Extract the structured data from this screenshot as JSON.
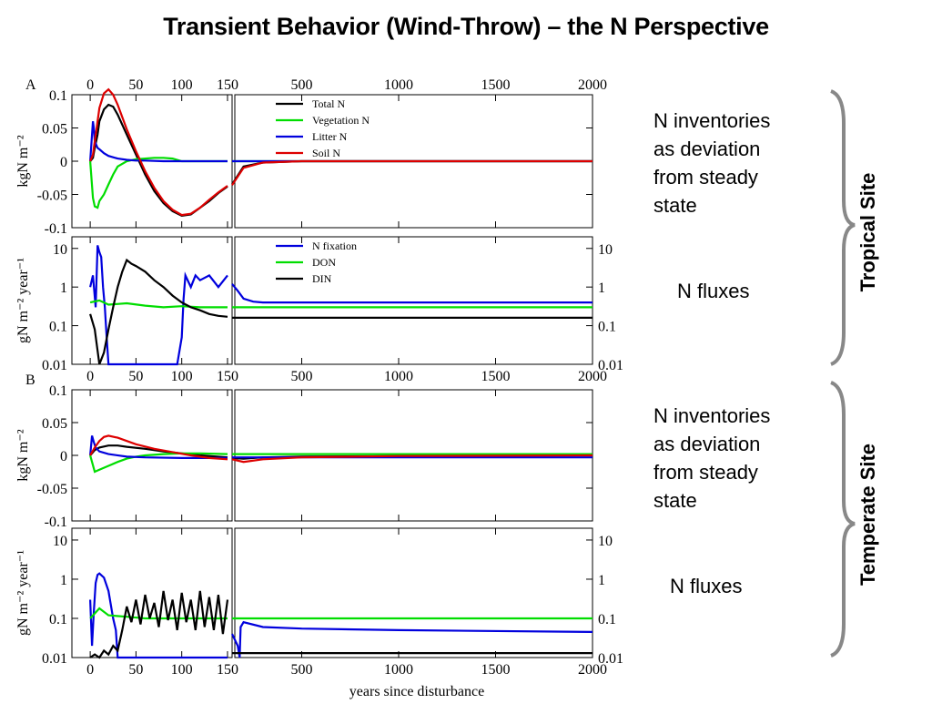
{
  "title": "Transient Behavior (Wind-Throw) – the N Perspective",
  "annotations": {
    "tropical_inventories": "N inventories\nas deviation\nfrom steady\nstate",
    "tropical_fluxes": "N fluxes",
    "temperate_inventories": "N inventories\nas deviation\nfrom steady\nstate",
    "temperate_fluxes": "N fluxes",
    "tropical_site": "Tropical Site",
    "temperate_site": "Temperate Site"
  },
  "colors": {
    "total_n": "#000000",
    "vegetation_n": "#00dd00",
    "litter_n": "#0000dd",
    "soil_n": "#dd0000",
    "bracket": "#888888"
  },
  "chart_data": [
    {
      "type": "line",
      "panel_label": "A",
      "ylabel": "kgN m-2",
      "x_ticks_left": [
        0,
        50,
        100,
        150
      ],
      "x_ticks_right": [
        500,
        1000,
        1500,
        2000
      ],
      "ylim": [
        -0.1,
        0.1
      ],
      "y_ticks": [
        "0.1",
        "0.05",
        "0",
        "-0.05",
        "-0.1"
      ],
      "series": [
        {
          "name": "Total N",
          "x": [
            0,
            3,
            5,
            8,
            10,
            15,
            20,
            25,
            30,
            40,
            50,
            60,
            70,
            80,
            90,
            100,
            110,
            120,
            130,
            140,
            150,
            155,
            200,
            300,
            500,
            1000,
            2000
          ],
          "y": [
            0,
            0.005,
            0.02,
            0.04,
            0.06,
            0.078,
            0.085,
            0.082,
            0.07,
            0.04,
            0.01,
            -0.02,
            -0.045,
            -0.063,
            -0.075,
            -0.082,
            -0.08,
            -0.07,
            -0.06,
            -0.048,
            -0.038,
            -0.035,
            -0.008,
            -0.002,
            0,
            0,
            0
          ]
        },
        {
          "name": "Vegetation N",
          "x": [
            0,
            3,
            5,
            8,
            10,
            15,
            20,
            25,
            30,
            40,
            50,
            60,
            70,
            80,
            90,
            100,
            150,
            155,
            200,
            2000
          ],
          "y": [
            0,
            -0.055,
            -0.068,
            -0.07,
            -0.06,
            -0.05,
            -0.035,
            -0.02,
            -0.008,
            0,
            0.003,
            0.004,
            0.005,
            0.005,
            0.004,
            0,
            0,
            0,
            0,
            0
          ]
        },
        {
          "name": "Litter N",
          "x": [
            0,
            3,
            4,
            5,
            8,
            10,
            15,
            20,
            30,
            40,
            50,
            60,
            80,
            100,
            150,
            155,
            2000
          ],
          "y": [
            0,
            0.06,
            0.05,
            0.03,
            0.02,
            0.018,
            0.012,
            0.008,
            0.004,
            0.002,
            0.001,
            0.001,
            0,
            0,
            0,
            0,
            0
          ]
        },
        {
          "name": "Soil N",
          "x": [
            0,
            3,
            5,
            8,
            10,
            15,
            20,
            25,
            30,
            40,
            50,
            60,
            70,
            80,
            90,
            100,
            110,
            120,
            130,
            140,
            150,
            155,
            200,
            300,
            500,
            1000,
            2000
          ],
          "y": [
            0,
            0.01,
            0.03,
            0.06,
            0.08,
            0.102,
            0.108,
            0.1,
            0.085,
            0.048,
            0.015,
            -0.015,
            -0.04,
            -0.06,
            -0.073,
            -0.081,
            -0.079,
            -0.07,
            -0.058,
            -0.047,
            -0.037,
            -0.036,
            -0.01,
            -0.002,
            0,
            0,
            0
          ]
        }
      ]
    },
    {
      "type": "line",
      "scale": "log",
      "ylabel": "gN m-2 year-1",
      "x_ticks_left": [
        0,
        50,
        100,
        150
      ],
      "x_ticks_right": [
        500,
        1000,
        1500,
        2000
      ],
      "ylim": [
        0.01,
        20
      ],
      "y_ticks": [
        "10",
        "1",
        "0.1",
        "0.01"
      ],
      "series": [
        {
          "name": "N fixation",
          "x": [
            0,
            3,
            6,
            8,
            10,
            12,
            14,
            16,
            18,
            20,
            30,
            50,
            80,
            95,
            100,
            102,
            104,
            110,
            115,
            120,
            130,
            140,
            150,
            155,
            170,
            200,
            250,
            300,
            500,
            1000,
            2000
          ],
          "y": [
            1,
            2,
            0.3,
            12,
            8,
            6,
            1,
            0.3,
            0.05,
            0.01,
            0.01,
            0.01,
            0.01,
            0.01,
            0.05,
            0.5,
            2,
            1,
            2,
            1.5,
            2,
            1,
            2,
            1.2,
            0.8,
            0.5,
            0.42,
            0.4,
            0.4,
            0.4,
            0.4
          ]
        },
        {
          "name": "DON",
          "x": [
            0,
            10,
            20,
            40,
            60,
            80,
            100,
            120,
            150,
            155,
            2000
          ],
          "y": [
            0.4,
            0.45,
            0.35,
            0.38,
            0.33,
            0.3,
            0.32,
            0.3,
            0.3,
            0.3,
            0.3
          ]
        },
        {
          "name": "DIN",
          "x": [
            0,
            5,
            10,
            15,
            20,
            25,
            30,
            35,
            40,
            45,
            50,
            60,
            70,
            80,
            90,
            100,
            110,
            120,
            130,
            140,
            150,
            155,
            2000
          ],
          "y": [
            0.2,
            0.08,
            0.01,
            0.02,
            0.08,
            0.3,
            1,
            2.5,
            5,
            4,
            3.5,
            2.5,
            1.5,
            1,
            0.6,
            0.4,
            0.3,
            0.25,
            0.2,
            0.18,
            0.17,
            0.16,
            0.16
          ]
        }
      ]
    },
    {
      "type": "line",
      "panel_label": "B",
      "ylabel": "kgN m-2",
      "x_ticks_left": [
        0,
        50,
        100,
        150
      ],
      "x_ticks_right": [
        500,
        1000,
        1500,
        2000
      ],
      "ylim": [
        -0.1,
        0.1
      ],
      "y_ticks": [
        "0.1",
        "0.05",
        "0",
        "-0.05",
        "-0.1"
      ],
      "series": [
        {
          "name": "Total N",
          "x": [
            0,
            5,
            10,
            20,
            30,
            40,
            60,
            80,
            100,
            120,
            150,
            155,
            200,
            300,
            500,
            1000,
            2000
          ],
          "y": [
            0,
            0.008,
            0.012,
            0.015,
            0.015,
            0.013,
            0.01,
            0.006,
            0.003,
            0,
            -0.003,
            -0.004,
            -0.005,
            -0.003,
            -0.002,
            -0.001,
            0
          ]
        },
        {
          "name": "Vegetation N",
          "x": [
            0,
            5,
            10,
            20,
            30,
            40,
            50,
            60,
            80,
            100,
            120,
            150,
            155,
            2000
          ],
          "y": [
            0,
            -0.025,
            -0.022,
            -0.016,
            -0.01,
            -0.005,
            -0.002,
            0,
            0.002,
            0.003,
            0.003,
            0.002,
            0.002,
            0.002
          ]
        },
        {
          "name": "Litter N",
          "x": [
            0,
            2,
            4,
            6,
            10,
            20,
            40,
            60,
            100,
            150,
            155,
            2000
          ],
          "y": [
            0,
            0.03,
            0.02,
            0.012,
            0.006,
            0.002,
            -0.002,
            -0.003,
            -0.004,
            -0.004,
            -0.003,
            -0.003
          ]
        },
        {
          "name": "Soil N",
          "x": [
            0,
            5,
            10,
            15,
            20,
            30,
            40,
            50,
            70,
            90,
            110,
            130,
            150,
            155,
            200,
            300,
            500,
            1000,
            2000
          ],
          "y": [
            0,
            0.012,
            0.022,
            0.028,
            0.03,
            0.027,
            0.022,
            0.017,
            0.01,
            0.005,
            0,
            -0.004,
            -0.006,
            -0.006,
            -0.01,
            -0.006,
            -0.003,
            -0.001,
            0
          ]
        }
      ]
    },
    {
      "type": "line",
      "scale": "log",
      "ylabel": "gN m-2 year-1",
      "xlabel": "years since disturbance",
      "x_ticks_left": [
        0,
        50,
        100,
        150
      ],
      "x_ticks_right": [
        500,
        1000,
        1500,
        2000
      ],
      "ylim": [
        0.01,
        20
      ],
      "y_ticks": [
        "10",
        "1",
        "0.1",
        "0.01"
      ],
      "series": [
        {
          "name": "N fixation",
          "x": [
            0,
            2,
            4,
            6,
            8,
            10,
            15,
            20,
            25,
            28,
            30,
            35,
            150,
            155,
            170,
            180,
            185,
            200,
            300,
            500,
            1000,
            2000
          ],
          "y": [
            0.3,
            0.02,
            0.15,
            0.8,
            1.3,
            1.4,
            1.1,
            0.5,
            0.1,
            0.05,
            0.01,
            0.01,
            0.01,
            0.04,
            0.02,
            0.01,
            0.06,
            0.08,
            0.06,
            0.055,
            0.05,
            0.045
          ]
        },
        {
          "name": "DON",
          "x": [
            0,
            10,
            20,
            40,
            60,
            100,
            150,
            155,
            2000
          ],
          "y": [
            0.1,
            0.18,
            0.12,
            0.11,
            0.1,
            0.1,
            0.1,
            0.1,
            0.1
          ]
        },
        {
          "name": "DIN",
          "x": [
            0,
            5,
            10,
            15,
            20,
            25,
            30,
            35,
            40,
            45,
            50,
            55,
            60,
            65,
            70,
            75,
            80,
            85,
            90,
            95,
            100,
            105,
            110,
            115,
            120,
            125,
            130,
            135,
            140,
            145,
            150,
            155,
            2000
          ],
          "y": [
            0.01,
            0.012,
            0.01,
            0.015,
            0.012,
            0.02,
            0.015,
            0.05,
            0.2,
            0.08,
            0.3,
            0.07,
            0.4,
            0.1,
            0.25,
            0.06,
            0.5,
            0.09,
            0.3,
            0.05,
            0.45,
            0.08,
            0.3,
            0.05,
            0.5,
            0.06,
            0.35,
            0.05,
            0.4,
            0.04,
            0.3,
            0.013,
            0.013
          ]
        }
      ]
    }
  ]
}
